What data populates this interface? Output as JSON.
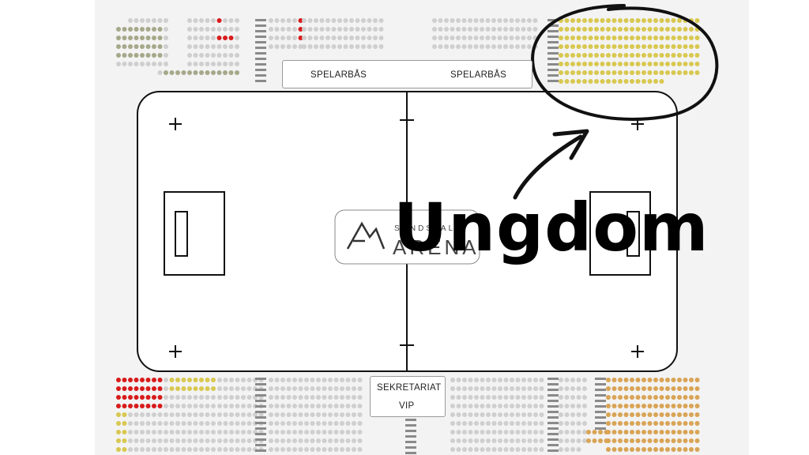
{
  "booths": {
    "player_bench_left": "SPELARBÅS",
    "player_bench_right": "SPELARBÅS",
    "secretariat": "SEKRETARIAT",
    "vip": "VIP"
  },
  "arena_logo": {
    "text_top": "SUNDSVALL",
    "text_bottom": "ARENA"
  },
  "overlay": {
    "label": "Ungdom",
    "highlight_color": "#d8c850"
  },
  "seat_colors": {
    "available": "#cfcfcf",
    "sold": "#d81b1b",
    "youth": "#d8c850",
    "olive": "#a6a88a",
    "orange": "#d9a456",
    "stairs": "#8a8a8a"
  }
}
